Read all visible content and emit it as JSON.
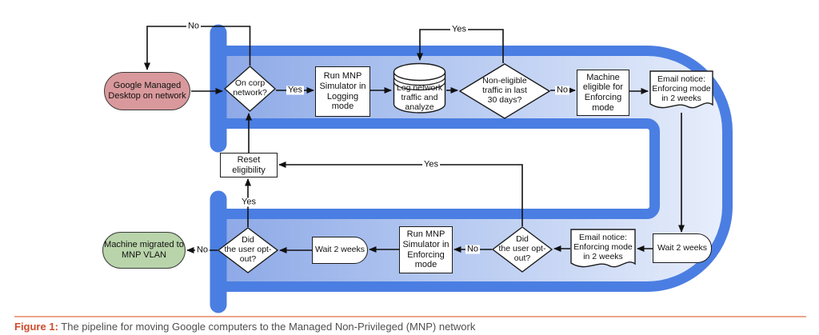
{
  "figure": {
    "caption_label": "Figure 1:",
    "caption_text": " The pipeline for moving Google computers to the Managed Non-Privileged (MNP) network"
  },
  "colors": {
    "pipe_border": "#4b7ee2",
    "pipe_fill_left": "#8ba7e6",
    "pipe_fill_mid": "#abc1ee",
    "pipe_fill_right": "#e9effc",
    "start_node_fill": "#d9999c",
    "end_node_fill": "#b9d4aa",
    "caption_accent": "#d04a2a",
    "caption_rule": "#eba58a"
  },
  "nodes": {
    "start": "Google Managed\nDesktop on network",
    "on_corp": "On corp\nnetwork?",
    "run_logging": "Run MNP\nSimulator in\nLogging\nmode",
    "log_traffic": "Log network\ntraffic and\nanalyze",
    "non_eligible": "Non-eligible\ntraffic in last\n30 days?",
    "machine_eligible": "Machine\neligible for\nEnforcing\nmode",
    "email_top": "Email notice:\nEnforcing mode\nin 2 weeks",
    "wait_right": "Wait 2 weeks",
    "email_bottom": "Email notice:\nEnforcing mode\nin 2 weeks",
    "opt_out_right": "Did\nthe user opt-\nout?",
    "run_enforcing": "Run MNP\nSimulator in\nEnforcing\nmode",
    "wait_left": "Wait 2 weeks",
    "opt_out_left": "Did\nthe user opt-\nout?",
    "migrated": "Machine migrated to\nMNP VLAN",
    "reset": "Reset\neligibility"
  },
  "edges": [
    {
      "from": "on_corp",
      "to": "start",
      "label": "No"
    },
    {
      "from": "start",
      "to": "on_corp",
      "label": ""
    },
    {
      "from": "on_corp",
      "to": "run_logging",
      "label": "Yes"
    },
    {
      "from": "run_logging",
      "to": "log_traffic",
      "label": ""
    },
    {
      "from": "log_traffic",
      "to": "non_eligible",
      "label": ""
    },
    {
      "from": "non_eligible",
      "to": "log_traffic",
      "label": "Yes"
    },
    {
      "from": "non_eligible",
      "to": "machine_eligible",
      "label": "No"
    },
    {
      "from": "machine_eligible",
      "to": "email_top",
      "label": ""
    },
    {
      "from": "email_top",
      "to": "wait_right",
      "label": ""
    },
    {
      "from": "wait_right",
      "to": "email_bottom",
      "label": ""
    },
    {
      "from": "email_bottom",
      "to": "opt_out_right",
      "label": ""
    },
    {
      "from": "opt_out_right",
      "to": "run_enforcing",
      "label": "No"
    },
    {
      "from": "opt_out_right",
      "to": "reset",
      "label": "Yes"
    },
    {
      "from": "run_enforcing",
      "to": "wait_left",
      "label": ""
    },
    {
      "from": "wait_left",
      "to": "opt_out_left",
      "label": ""
    },
    {
      "from": "opt_out_left",
      "to": "migrated",
      "label": "No"
    },
    {
      "from": "opt_out_left",
      "to": "reset",
      "label": "Yes"
    },
    {
      "from": "reset",
      "to": "on_corp",
      "label": ""
    }
  ]
}
